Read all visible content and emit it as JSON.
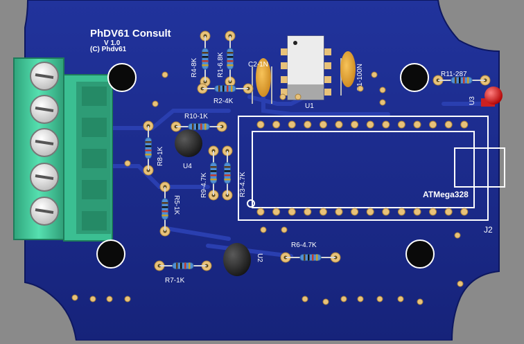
{
  "colors": {
    "background": "#8a8a8a",
    "board": "#1a2a8a",
    "silk": "#ffffff",
    "pad": "#e8c27a",
    "terminal": "#3fc79a",
    "capacitor": "#e9a82c",
    "led": "#e02020",
    "ic": "#cfcfcf"
  },
  "board": {
    "title": "PhDV61 Consult",
    "version": "V 1.0",
    "copyright": "(C) Phdv61"
  },
  "labels": {
    "r4": "R4-8K",
    "r1": "R1-6.8K",
    "c2": "C2-1N",
    "u1": "U1",
    "c1": "C1-100N",
    "r2": "R2-4K",
    "r10": "R10-1K",
    "r8": "R8-1K",
    "u4": "U4",
    "r9": "R9-4.7K",
    "r3": "R3-4.7K",
    "r5": "R5-1K",
    "r6": "R6-4.7K",
    "r7": "R7-1K",
    "u2": "U2",
    "r11": "R11-287",
    "u3": "U3",
    "mcu": "ATMega328",
    "j2": "J2"
  }
}
